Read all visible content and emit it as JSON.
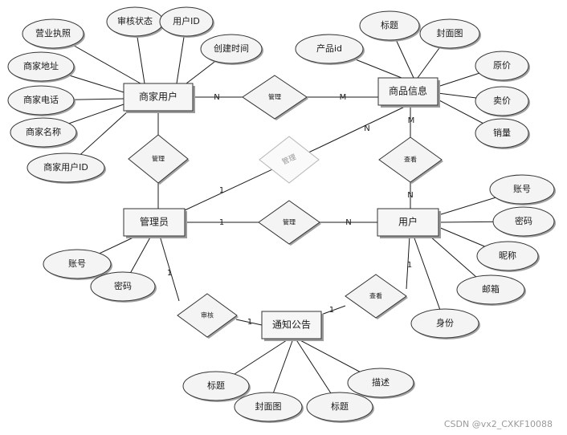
{
  "entities": [
    {
      "id": "merchant",
      "label": "商家用户"
    },
    {
      "id": "product",
      "label": "商品信息"
    },
    {
      "id": "admin",
      "label": "管理员"
    },
    {
      "id": "user",
      "label": "用户"
    },
    {
      "id": "notice",
      "label": "通知公告"
    }
  ],
  "relationships": [
    {
      "id": "r_merchant_product",
      "label": "管理"
    },
    {
      "id": "r_admin_merchant",
      "label": "管理"
    },
    {
      "id": "r_admin_product",
      "label": "管理"
    },
    {
      "id": "r_user_product",
      "label": "查看"
    },
    {
      "id": "r_admin_user",
      "label": "管理"
    },
    {
      "id": "r_admin_notice",
      "label": "审核"
    },
    {
      "id": "r_user_notice",
      "label": "查看"
    }
  ],
  "attributes": [
    {
      "id": "m_license",
      "label": "营业执照",
      "entity": "merchant"
    },
    {
      "id": "m_status",
      "label": "审核状态",
      "entity": "merchant"
    },
    {
      "id": "m_userid",
      "label": "用户ID",
      "entity": "merchant"
    },
    {
      "id": "m_created",
      "label": "创建时间",
      "entity": "merchant"
    },
    {
      "id": "m_addr",
      "label": "商家地址",
      "entity": "merchant"
    },
    {
      "id": "m_phone",
      "label": "商家电话",
      "entity": "merchant"
    },
    {
      "id": "m_name",
      "label": "商家名称",
      "entity": "merchant"
    },
    {
      "id": "m_uid",
      "label": "商家用户ID",
      "entity": "merchant"
    },
    {
      "id": "p_title",
      "label": "标题",
      "entity": "product"
    },
    {
      "id": "p_cover",
      "label": "封面图",
      "entity": "product"
    },
    {
      "id": "p_id",
      "label": "产品id",
      "entity": "product"
    },
    {
      "id": "p_orig",
      "label": "原价",
      "entity": "product"
    },
    {
      "id": "p_price",
      "label": "卖价",
      "entity": "product"
    },
    {
      "id": "p_sales",
      "label": "销量",
      "entity": "product"
    },
    {
      "id": "u_account",
      "label": "账号",
      "entity": "user"
    },
    {
      "id": "u_pwd",
      "label": "密码",
      "entity": "user"
    },
    {
      "id": "u_nick",
      "label": "昵称",
      "entity": "user"
    },
    {
      "id": "u_mail",
      "label": "邮箱",
      "entity": "user"
    },
    {
      "id": "u_ident",
      "label": "身份",
      "entity": "user"
    },
    {
      "id": "a_account",
      "label": "账号",
      "entity": "admin"
    },
    {
      "id": "a_pwd",
      "label": "密码",
      "entity": "admin"
    },
    {
      "id": "n_title1",
      "label": "标题",
      "entity": "notice"
    },
    {
      "id": "n_cover",
      "label": "封面图",
      "entity": "notice"
    },
    {
      "id": "n_title2",
      "label": "标题",
      "entity": "notice"
    },
    {
      "id": "n_desc",
      "label": "描述",
      "entity": "notice"
    }
  ],
  "cardinalities": [
    {
      "id": "c_merchant_N",
      "label": "N"
    },
    {
      "id": "c_product_M",
      "label": "M"
    },
    {
      "id": "c_product_M2",
      "label": "M"
    },
    {
      "id": "c_product_N",
      "label": "N"
    },
    {
      "id": "c_admin_1",
      "label": "1"
    },
    {
      "id": "c_user_N_top",
      "label": "N"
    },
    {
      "id": "c_admin_1b",
      "label": "1"
    },
    {
      "id": "c_user_N",
      "label": "N"
    },
    {
      "id": "c_admin_notice_1",
      "label": "1"
    },
    {
      "id": "c_notice_1",
      "label": "1"
    },
    {
      "id": "c_notice_1b",
      "label": "1"
    },
    {
      "id": "c_user_1",
      "label": "1"
    }
  ],
  "watermark": "CSDN @vx2_CXKF10088"
}
